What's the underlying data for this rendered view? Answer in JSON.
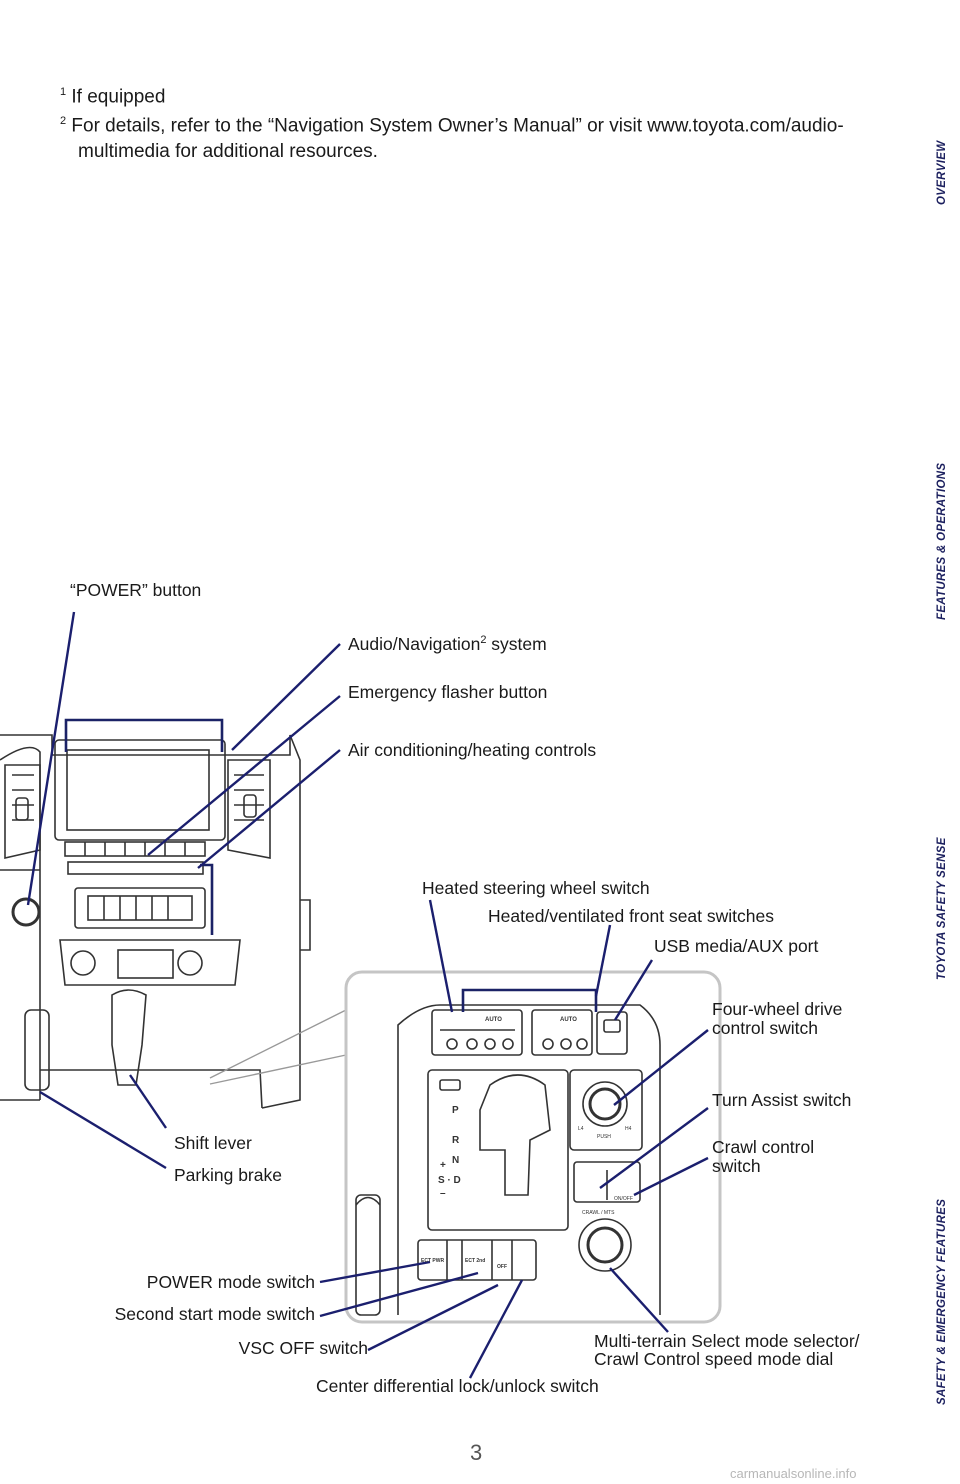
{
  "footnotes": {
    "fn1_mark": "1",
    "fn1_text": " If equipped",
    "fn2_mark": "2",
    "fn2_text": " For details, refer to the “Navigation System Owner’s Manual” or visit www.toyota.com/audio-multimedia for additional resources."
  },
  "labels": {
    "power_button": "“POWER” button",
    "audio_nav_pre": "Audio/Navigation",
    "audio_nav_sup": "2",
    "audio_nav_post": " system",
    "emergency_flasher": "Emergency flasher button",
    "air_conditioning": "Air conditioning/heating controls",
    "heated_steering": "Heated steering wheel switch",
    "heated_seats": "Heated/ventilated front seat switches",
    "usb_port": "USB media/AUX port",
    "four_wheel_drive_1": "Four-wheel drive",
    "four_wheel_drive_2": "control switch",
    "turn_assist": "Turn Assist switch",
    "crawl_control_1": "Crawl control",
    "crawl_control_2": "switch",
    "shift_lever": "Shift lever",
    "parking_brake": "Parking brake",
    "power_mode": "POWER mode switch",
    "second_start": "Second start mode switch",
    "vsc_off": "VSC OFF switch",
    "multi_terrain_1": "Multi-terrain Select mode selector/",
    "multi_terrain_2": "Crawl Control speed mode dial",
    "center_diff": "Center differential lock/unlock switch"
  },
  "panel_markings": {
    "auto_left": "AUTO",
    "auto_right": "AUTO",
    "gear_p": "P",
    "gear_r": "R",
    "gear_n": "N",
    "gear_d": "S · D",
    "gear_plus": "+",
    "gear_minus": "–",
    "dial_l4": "L4",
    "dial_h4": "H4",
    "dial_push": "PUSH",
    "onoff": "ON/OFF",
    "crawl_mts": "CRAWL / MTS",
    "ect_pwr": "ECT PWR",
    "ect_2nd": "ECT 2nd",
    "off": "OFF"
  },
  "sidebar": {
    "tabs": [
      {
        "label": "OVERVIEW",
        "active": true
      },
      {
        "label": "FEATURES & OPERATIONS",
        "active": false
      },
      {
        "label": "TOYOTA SAFETY SENSE",
        "active": false
      },
      {
        "label": "SAFETY & EMERGENCY FEATURES",
        "active": false
      }
    ]
  },
  "page_number": "3",
  "watermark": "carmanualsonline.info",
  "colors": {
    "leader_line": "#1b1f6e",
    "tab_active": "#1b2266",
    "tab_inactive": "#c9d4ee",
    "tab_text": "#1b1f5e"
  }
}
